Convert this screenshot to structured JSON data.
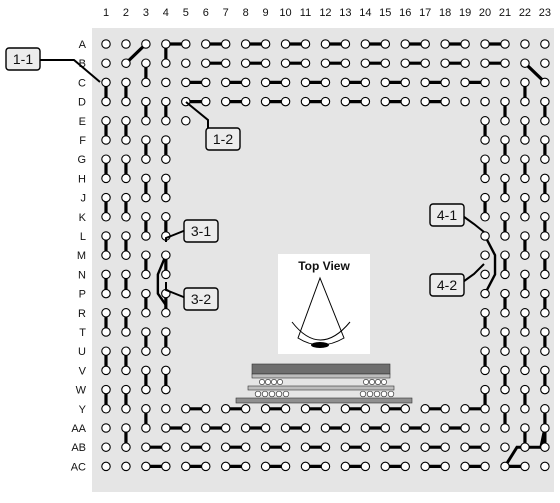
{
  "column_labels": [
    "1",
    "2",
    "3",
    "4",
    "5",
    "6",
    "7",
    "8",
    "9",
    "10",
    "11",
    "12",
    "13",
    "14",
    "15",
    "16",
    "17",
    "18",
    "19",
    "20",
    "21",
    "22",
    "23"
  ],
  "row_labels": [
    "A",
    "B",
    "C",
    "D",
    "E",
    "F",
    "G",
    "H",
    "J",
    "K",
    "L",
    "M",
    "N",
    "P",
    "R",
    "T",
    "U",
    "V",
    "W",
    "Y",
    "AA",
    "AB",
    "AC"
  ],
  "callouts": {
    "c11": "1-1",
    "c12": "1-2",
    "c31": "3-1",
    "c32": "3-2",
    "c41": "4-1",
    "c42": "4-2"
  },
  "top_view": {
    "title": "Top View"
  },
  "colors": {
    "board": "#e5e5e5",
    "pad_fill": "#ffffff",
    "link": "#000000",
    "pkg_dark": "#6e6e6e",
    "pkg_light": "#bdbdbd"
  }
}
